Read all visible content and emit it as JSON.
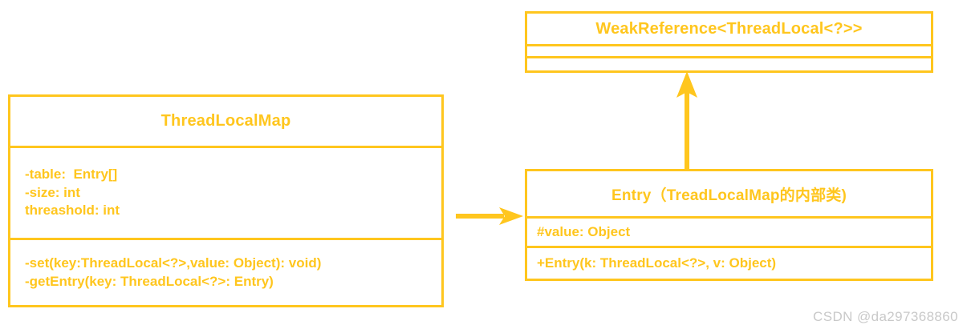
{
  "theme": {
    "stroke_color": "#FFC61E",
    "background_color": "#FFFFFF",
    "watermark_color": "#C9C9C9"
  },
  "diagram": {
    "type": "uml-class-diagram",
    "classes": [
      {
        "id": "weakref",
        "name": "WeakReference<ThreadLocal<?>>",
        "attributes": [],
        "operations": []
      },
      {
        "id": "threadlocalmap",
        "name": "ThreadLocalMap",
        "attributes": [
          "-table:  Entry[]",
          "-size: int",
          "threashold: int"
        ],
        "operations": [
          "-set(key:ThreadLocal<?>,value: Object): void)",
          "-getEntry(key: ThreadLocal<?>: Entry)"
        ]
      },
      {
        "id": "entry",
        "name": "Entry（TreadLocalMap的内部类)",
        "attributes": [
          "#value: Object"
        ],
        "operations": [
          "+Entry(k: ThreadLocal<?>, v: Object)"
        ]
      }
    ],
    "connectors": [
      {
        "id": "assoc-threadlocalmap-entry",
        "kind": "association-arrow",
        "direction": "right",
        "from": "threadlocalmap",
        "to": "entry"
      },
      {
        "id": "inherit-entry-weakref",
        "kind": "generalization-arrow",
        "direction": "up",
        "from": "entry",
        "to": "weakref"
      }
    ]
  },
  "watermark": {
    "text": "CSDN @da297368860"
  }
}
